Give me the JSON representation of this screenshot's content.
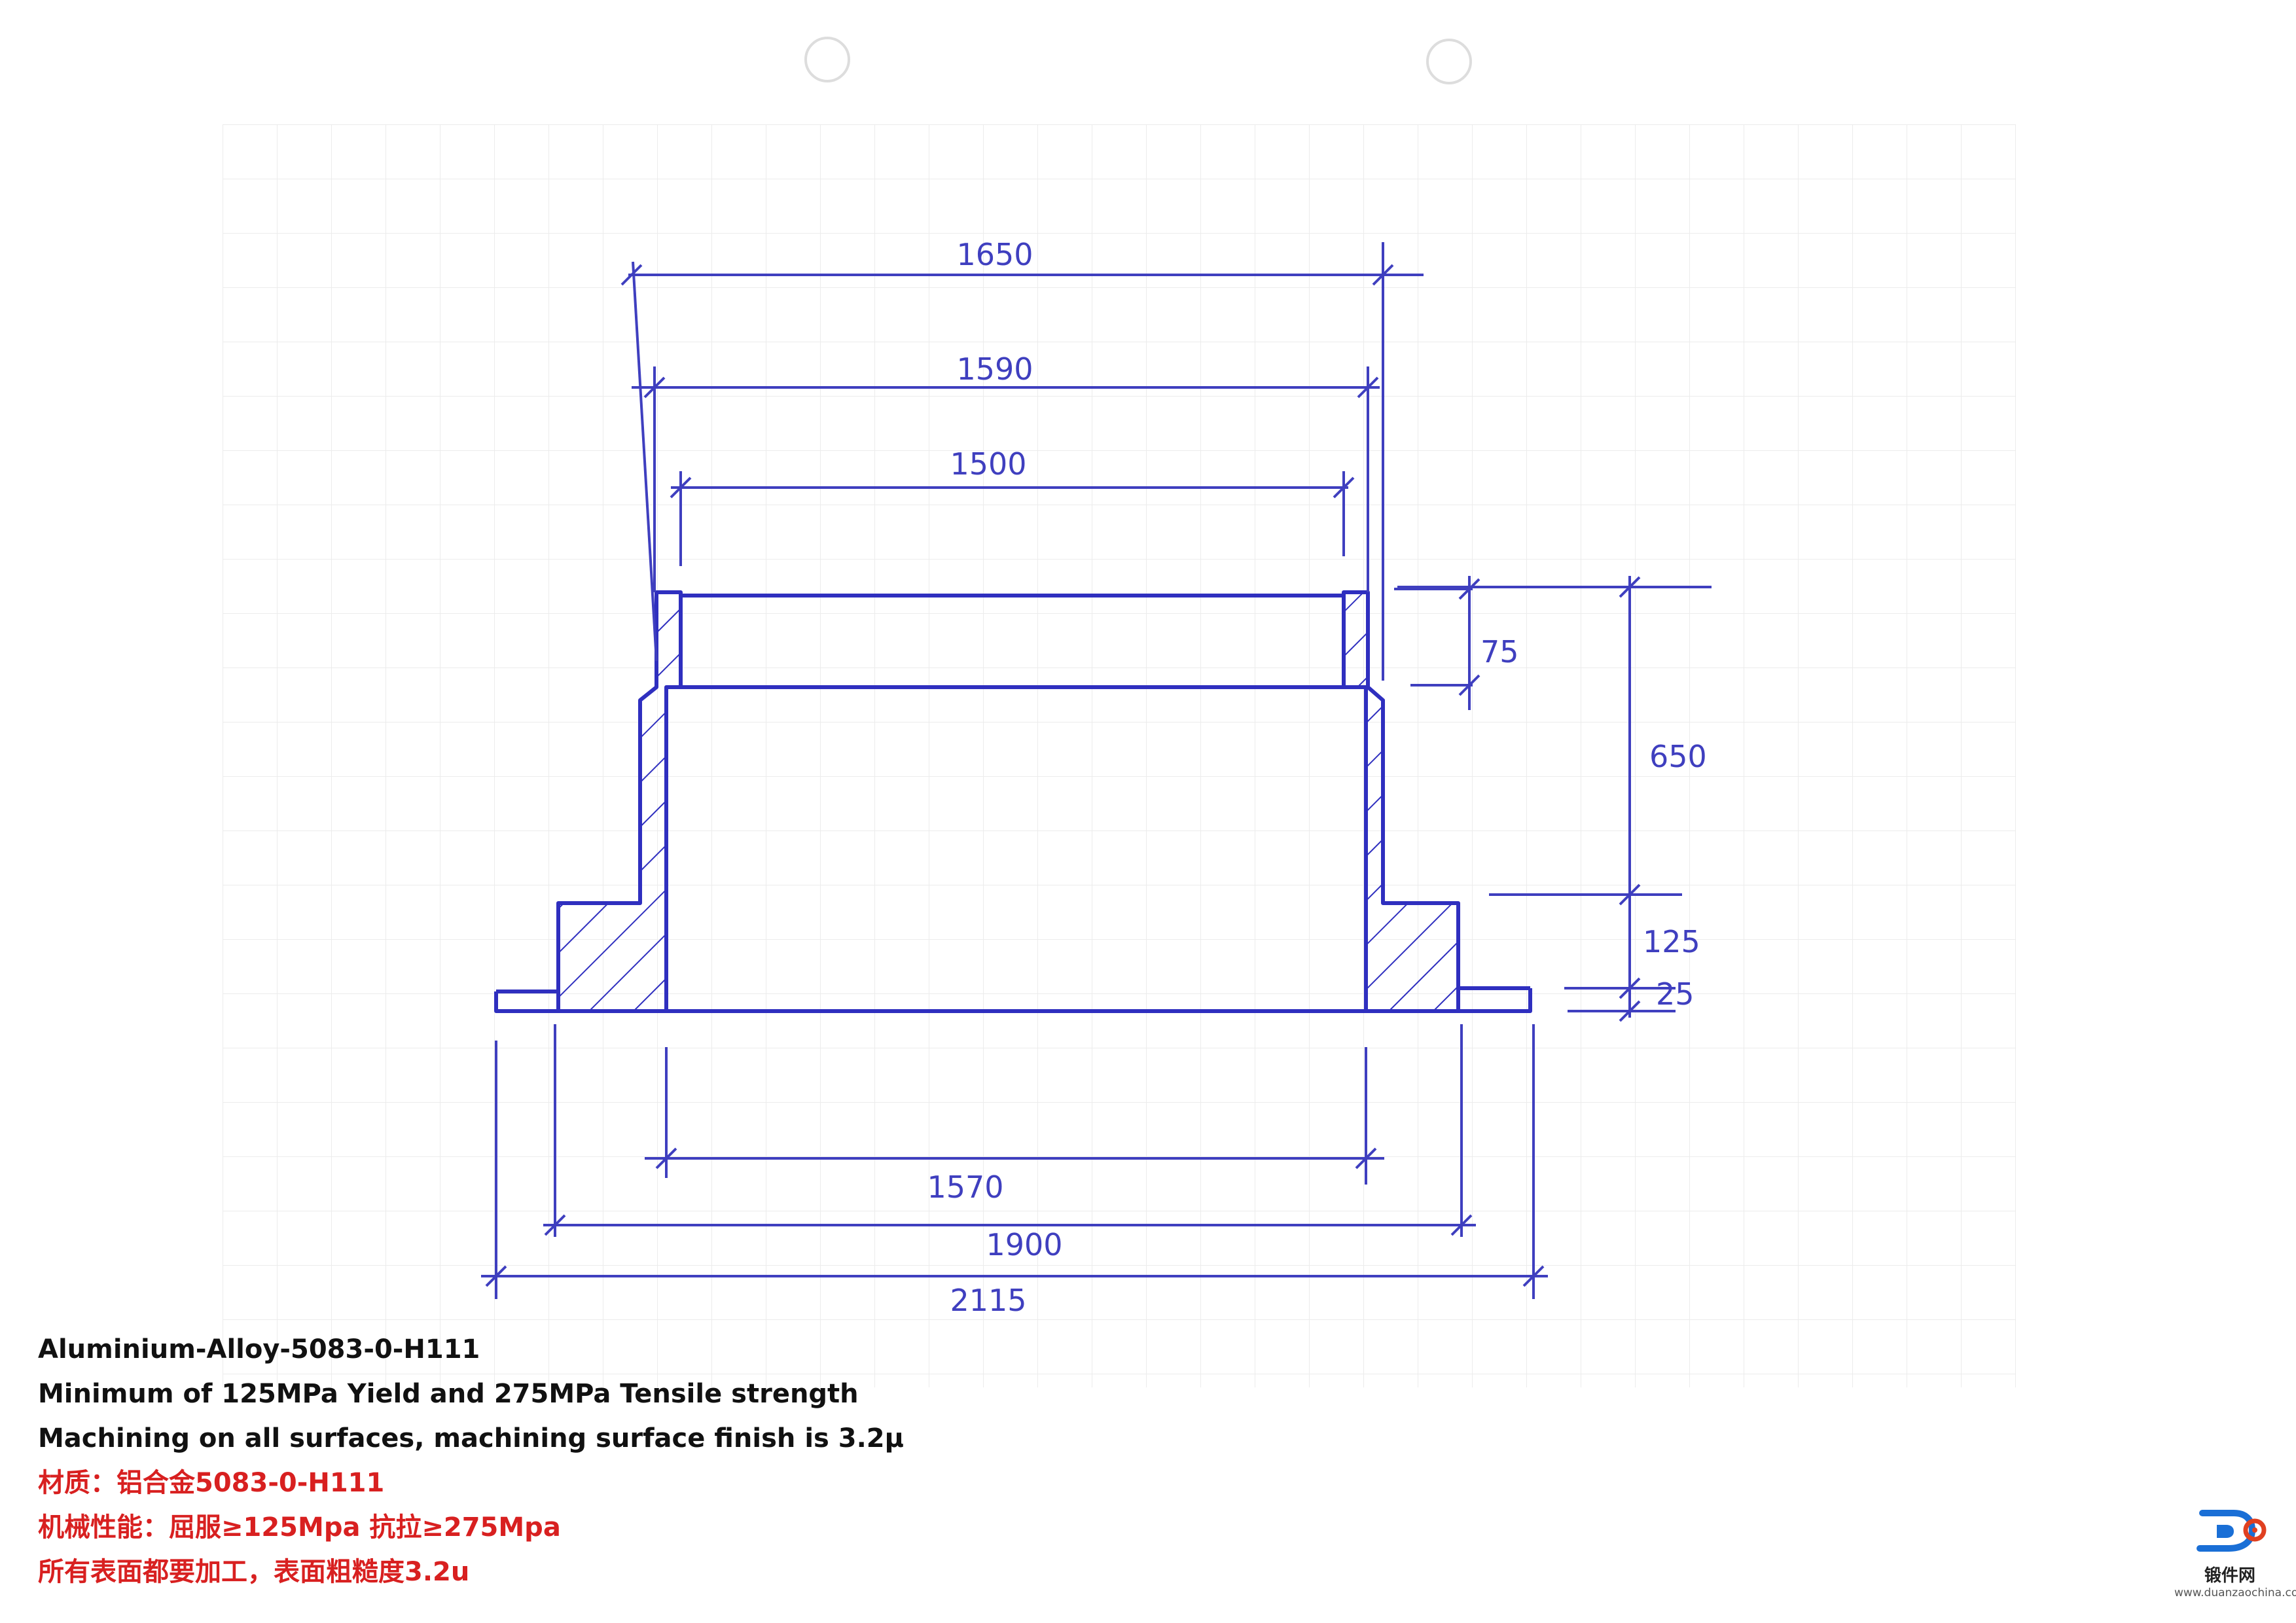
{
  "drawing": {
    "ink_color": "#2f2fbf",
    "grid_color": "#ececec",
    "dimensions": {
      "top_outer": "1650",
      "top_middle": "1590",
      "top_inner": "1500",
      "lip_height": "75",
      "total_height": "650",
      "flange_step": "125",
      "flange_base": "25",
      "bore_bottom": "1570",
      "flange_inner": "1900",
      "overall_base": "2115"
    }
  },
  "notes": {
    "material_en": "Aluminium-Alloy-5083-0-H111",
    "strength_en": "Minimum of 125MPa Yield and 275MPa Tensile strength",
    "finish_en": "Machining on all surfaces, machining surface finish is 3.2μ",
    "material_cn": "材质：铝合金5083-0-H111",
    "strength_cn": "机械性能：屈服≥125Mpa 抗拉≥275Mpa",
    "finish_cn": "所有表面都要加工，表面粗糙度3.2u"
  },
  "logo": {
    "name": "锻件网",
    "url": "www.duanzaochina.com",
    "colors": [
      "#1a6fd6",
      "#e04020"
    ]
  }
}
